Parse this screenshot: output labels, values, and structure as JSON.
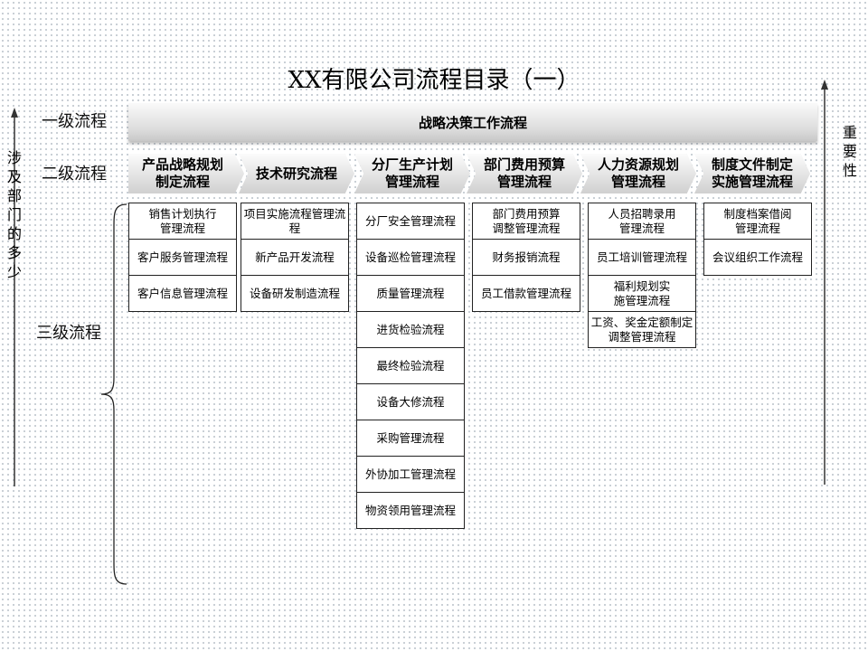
{
  "title": "XX有限公司流程目录（一）",
  "levels": {
    "level1": "一级流程",
    "level2": "二级流程",
    "level3": "三级流程"
  },
  "left_axis_label": "涉及部门的多少",
  "right_axis_label": "重要性",
  "level1_process": "战略决策工作流程",
  "columns": [
    {
      "header": "产品战略规划\n制定流程",
      "items": [
        "销售计划执行\n管理流程",
        "客户服务管理流程",
        "客户信息管理流程"
      ]
    },
    {
      "header": "技术研究流程",
      "items": [
        "项目实施流程管理流程",
        "新产品开发流程",
        "设备研发制造流程"
      ]
    },
    {
      "header": "分厂生产计划\n管理流程",
      "items": [
        "分厂安全管理流程",
        "设备巡检管理流程",
        "质量管理流程",
        "进货检验流程",
        "最终检验流程",
        "设备大修流程",
        "采购管理流程",
        "外协加工管理流程",
        "物资领用管理流程"
      ]
    },
    {
      "header": "部门费用预算\n管理流程",
      "items": [
        "部门费用预算\n调整管理流程",
        "财务报销流程",
        "员工借款管理流程"
      ]
    },
    {
      "header": "人力资源规划\n管理流程",
      "items": [
        "人员招聘录用\n管理流程",
        "员工培训管理流程",
        "福利规划实\n施管理流程",
        "工资、奖金定额制定\n调整管理流程"
      ]
    },
    {
      "header": "制度文件制定\n实施管理流程",
      "items": [
        "制度档案借阅\n管理流程",
        "会议组织工作流程"
      ]
    }
  ]
}
